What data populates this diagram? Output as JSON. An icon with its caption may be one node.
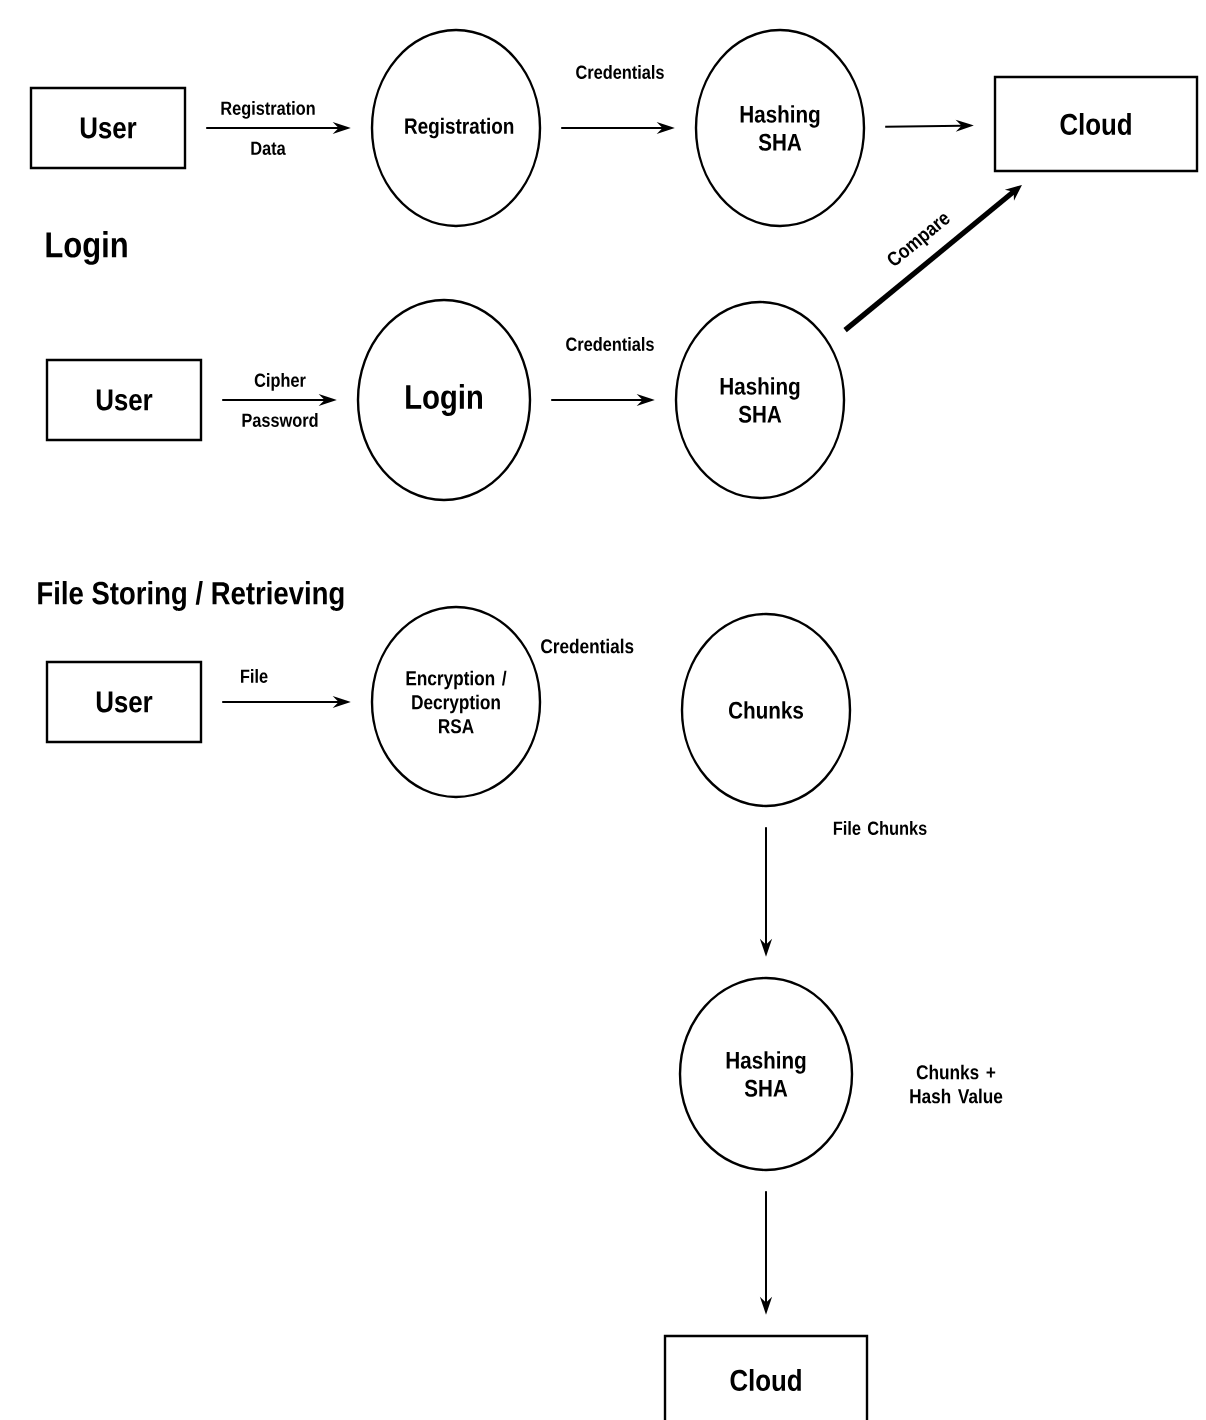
{
  "diagram": {
    "nodes": [
      {
        "text": [
          "User"
        ]
      },
      {
        "text": [
          "Registration"
        ]
      },
      {
        "text": [
          "Hashing SHA"
        ]
      },
      {
        "text": [
          "Cloud"
        ]
      },
      {
        "text": [
          "User"
        ]
      },
      {
        "text": [
          "Login"
        ]
      },
      {
        "text": [
          "Hashing SHA"
        ]
      },
      {
        "text": [
          "User"
        ]
      },
      {
        "text": [
          "Encryption / Decryption RSA"
        ]
      },
      {
        "text": [
          "Chunks"
        ]
      },
      {
        "text": [
          "Hashing SHA"
        ],
        "beside": [
          "Chunks + Hash Value"
        ]
      },
      {
        "text": [
          "Cloud"
        ]
      }
    ],
    "edges": [
      {
        "from": 0,
        "to": 1,
        "arrow": "to",
        "label": "Registration Data"
      },
      {
        "from": 1,
        "to": 2,
        "arrow": "to",
        "label": "Credentials"
      },
      {
        "from": 2,
        "to": 3,
        "arrow": "to"
      },
      {
        "from": 6,
        "to": 3,
        "arrow": "to",
        "label": "Compare",
        "style": "thick"
      },
      {
        "from": 4,
        "to": 5,
        "arrow": "to",
        "label": "Cipher Password"
      },
      {
        "from": 5,
        "to": 6,
        "arrow": "to",
        "label": "Credentials"
      },
      {
        "from": 7,
        "to": 8,
        "arrow": "to",
        "label": "File"
      },
      {
        "from": 9,
        "to": 10,
        "arrow": "to",
        "label": "File Chunks"
      },
      {
        "from": 10,
        "to": 11,
        "arrow": "to"
      }
    ],
    "labels": [
      "Login",
      "File Storing / Retrieving",
      "Credentials"
    ]
  }
}
